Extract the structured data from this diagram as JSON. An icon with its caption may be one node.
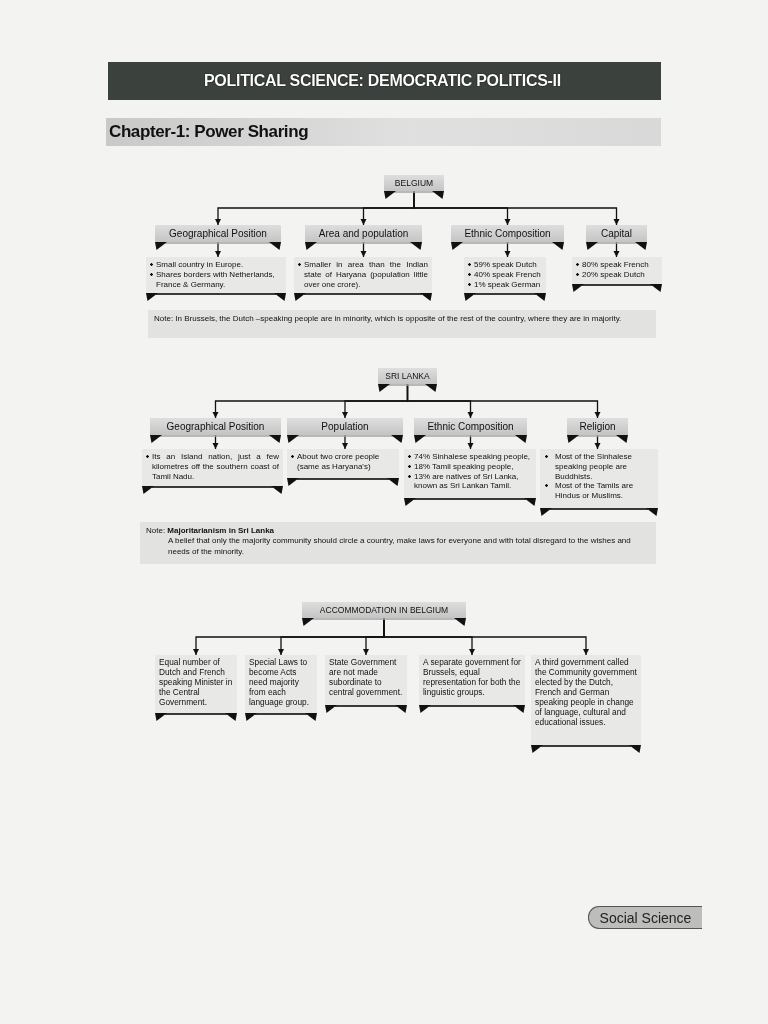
{
  "diagram": {
    "title": "POLITICAL SCIENCE: DEMOCRATIC POLITICS-II",
    "nodes": [
      {
        "text": [
          "BELGIUM"
        ]
      },
      {
        "text": [
          "Geographical Position"
        ]
      },
      {
        "text": [
          "Area and population"
        ]
      },
      {
        "text": [
          "Ethnic Composition"
        ]
      },
      {
        "text": [
          "Capital"
        ]
      },
      {
        "text": [
          "Small country in Europe.",
          "Shares borders with Netherlands, France & Germany."
        ]
      },
      {
        "text": [
          "Smaller in area than the Indian state of Haryana (population little over one crore)."
        ]
      },
      {
        "text": [
          "59% speak Dutch",
          "40% speak French",
          "1% speak German"
        ]
      },
      {
        "text": [
          "80% speak French",
          "20% speak Dutch"
        ]
      },
      {
        "text": [
          "Note: In Brussels, the Dutch –speaking people are in minority, which is opposite of the rest of the country, where they are in majority."
        ]
      },
      {
        "text": [
          "SRI LANKA"
        ]
      },
      {
        "text": [
          "Geographical Position"
        ]
      },
      {
        "text": [
          "Population"
        ]
      },
      {
        "text": [
          "Ethnic Composition"
        ]
      },
      {
        "text": [
          "Religion"
        ]
      },
      {
        "text": [
          "Its an Island nation, just a few kilometres off the southern coast of Tamil Nadu."
        ]
      },
      {
        "text": [
          "About two crore people (same as Haryana's)"
        ]
      },
      {
        "text": [
          "74% Sinhalese speaking people,",
          "18% Tamil speaking people,",
          "13% are natives of Sri Lanka, known as Sri Lankan Tamil."
        ]
      },
      {
        "text": [
          "Most of the Sinhalese speaking people are Buddhists.",
          "Most of the Tamils are Hindus or Muslims."
        ]
      },
      {
        "text": [
          "Note: **Majoritarianism in Sri Lanka**",
          "A belief that only the majority community should circle a country, make laws for everyone and with total disregard to the wishes and needs of the minority."
        ]
      },
      {
        "text": [
          "ACCOMMODATION IN BELGIUM"
        ]
      },
      {
        "text": [
          "Equal number of Dutch and French speaking Minister in the Central Government."
        ]
      },
      {
        "text": [
          "Special Laws to become Acts need majority from each language group."
        ]
      },
      {
        "text": [
          "State Government are not made subordinate to central government."
        ]
      },
      {
        "text": [
          "A separate government for Brussels, equal representation for both the linguistic groups."
        ]
      },
      {
        "text": [
          "A third government called the Community government elected by the Dutch, French and German speaking people in change of language, cultural and educational issues."
        ]
      }
    ],
    "edges": [
      {
        "from": 0,
        "to": 1,
        "arrow": "to"
      },
      {
        "from": 0,
        "to": 2,
        "arrow": "to"
      },
      {
        "from": 0,
        "to": 3,
        "arrow": "to"
      },
      {
        "from": 0,
        "to": 4,
        "arrow": "to"
      },
      {
        "from": 1,
        "to": 5,
        "arrow": "to"
      },
      {
        "from": 2,
        "to": 6,
        "arrow": "to"
      },
      {
        "from": 3,
        "to": 7,
        "arrow": "to"
      },
      {
        "from": 4,
        "to": 8,
        "arrow": "to"
      },
      {
        "from": 10,
        "to": 11,
        "arrow": "to"
      },
      {
        "from": 10,
        "to": 12,
        "arrow": "to"
      },
      {
        "from": 10,
        "to": 13,
        "arrow": "to"
      },
      {
        "from": 10,
        "to": 14,
        "arrow": "to"
      },
      {
        "from": 11,
        "to": 15,
        "arrow": "to"
      },
      {
        "from": 12,
        "to": 16,
        "arrow": "to"
      },
      {
        "from": 13,
        "to": 17,
        "arrow": "to"
      },
      {
        "from": 14,
        "to": 18,
        "arrow": "to"
      },
      {
        "from": 20,
        "to": 21,
        "arrow": "to"
      },
      {
        "from": 20,
        "to": 22,
        "arrow": "to"
      },
      {
        "from": 20,
        "to": 23,
        "arrow": "to"
      },
      {
        "from": 20,
        "to": 24,
        "arrow": "to"
      },
      {
        "from": 20,
        "to": 25,
        "arrow": "to"
      }
    ],
    "labels": [
      "Chapter-1: Power Sharing",
      "Social Science"
    ]
  }
}
